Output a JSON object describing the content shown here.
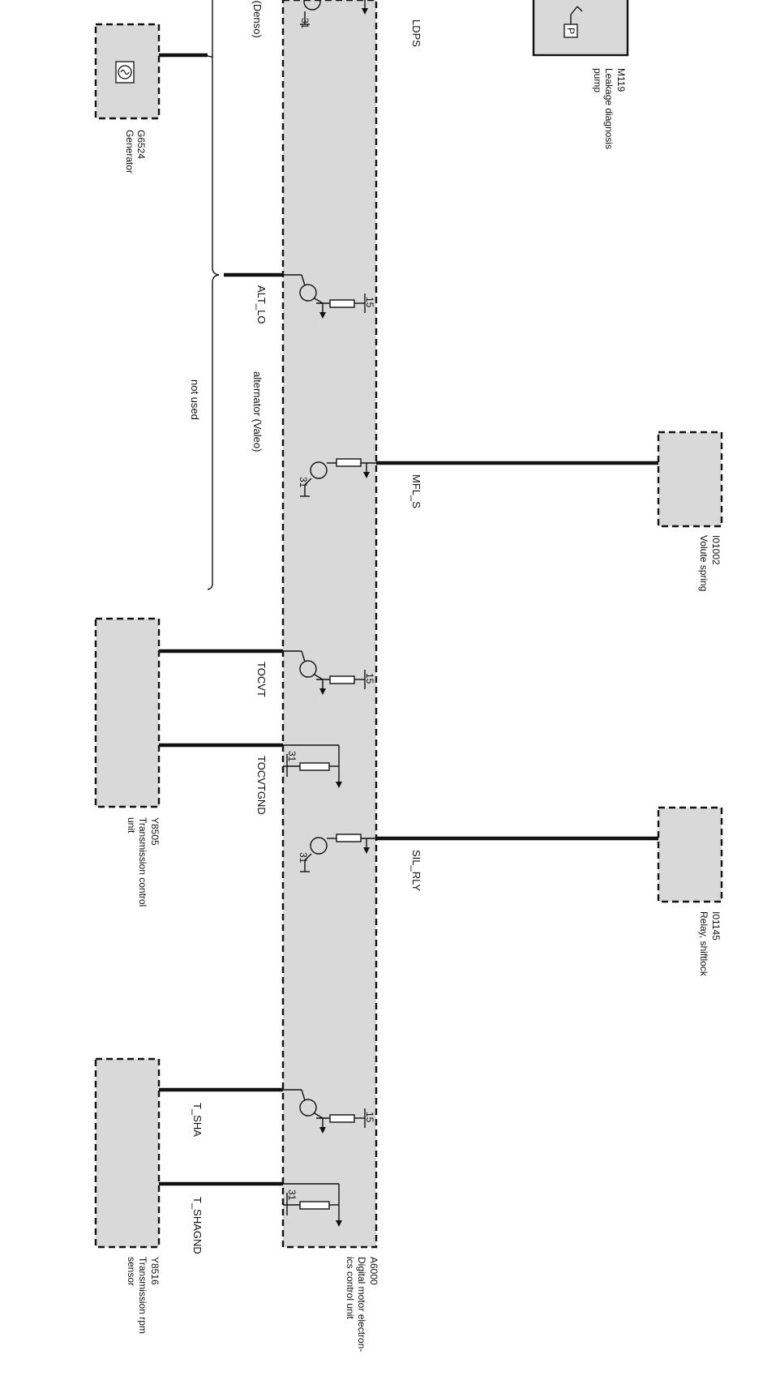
{
  "components": {
    "m119": {
      "code": "M119",
      "name_l1": "Leakage diagnosis",
      "name_l2": "pump"
    },
    "g6524": {
      "code": "G6524",
      "name": "Generator"
    },
    "i01002": {
      "code": "I01002",
      "name": "Volute spring"
    },
    "y8505": {
      "code": "Y8505",
      "name_l1": "Transmission control",
      "name_l2": "unit"
    },
    "i01145": {
      "code": "I01145",
      "name": "Relay, shiftlock"
    },
    "y8516": {
      "code": "Y8516",
      "name_l1": "Transmission rpm",
      "name_l2": "sensor"
    },
    "a6000": {
      "code": "A6000",
      "name_l1": "Digital motor electron-",
      "name_l2": "ics control unit"
    }
  },
  "signals": {
    "ldps": "LDPS",
    "alt_lo": "ALT_LO",
    "mfl_s": "MFL_S",
    "tocvt": "TOCVT",
    "tocvtgnd": "TOCVTGND",
    "sil_rly": "SIL_RLY",
    "t_sha": "T_SHA",
    "t_shagnd": "T_SHAGND"
  },
  "notes": {
    "denso": "alternator (Denso)",
    "valeo": "alternator (Valeo)",
    "not_used": "not used"
  },
  "terminals": {
    "t31": "31",
    "t15": "15"
  },
  "icons": {
    "generator": "generator-icon",
    "pump": "pump-icon",
    "transistor": "transistor-icon",
    "resistor": "resistor-icon"
  }
}
